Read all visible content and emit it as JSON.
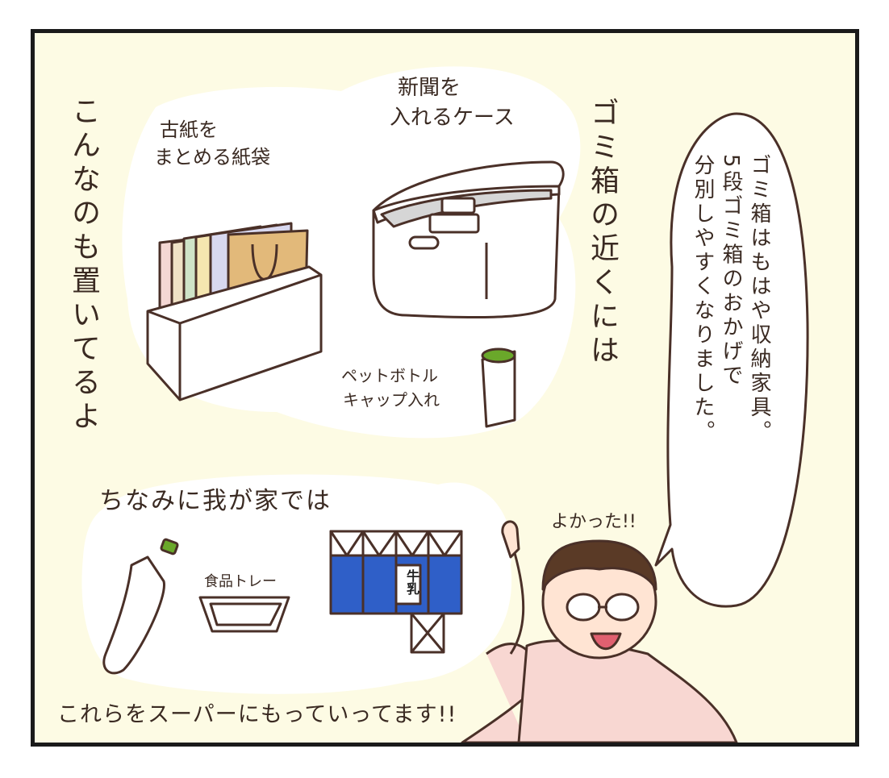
{
  "labels": {
    "vertical_left": "こんなのも置いてるよ",
    "vertical_mid": "ゴミ箱の近くには",
    "bag_label": [
      "古紙を",
      "まとめる紙袋"
    ],
    "case_label": [
      "新聞を",
      "入れるケース"
    ],
    "cap_label": [
      "ペットボトル",
      "キャップ入れ"
    ],
    "by_the_way": "ちなみに我が家では",
    "tray_label": "食品トレー",
    "carton_label": "牛乳",
    "yokatta": "よかった!!",
    "bottom_caption": "これらをスーパーにもっていってます!!"
  },
  "speech_bubble": {
    "lines": [
      "ゴミ箱はもはや収納家具。",
      "5段ゴミ箱のおかげで",
      "分別しやすくなりました。"
    ]
  },
  "colors": {
    "panel_bg": "#fdfbe4",
    "cloud_bg": "#ffffff",
    "carton_blue": "#2f5fc8",
    "cap_green": "#6aa82a",
    "kraft_bag": "#e2b97a"
  }
}
